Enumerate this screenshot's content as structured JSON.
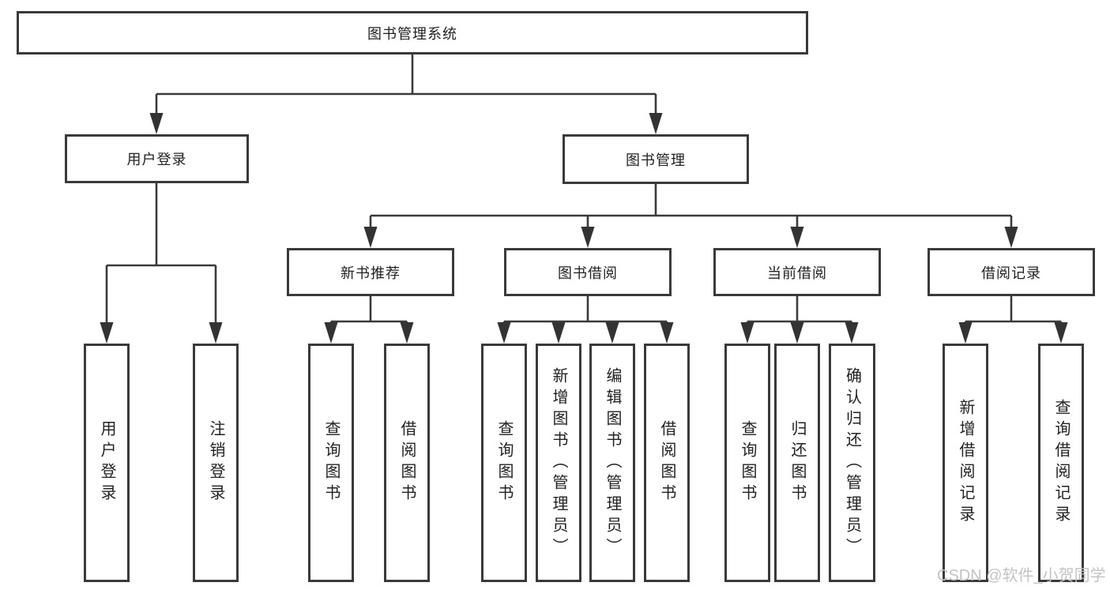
{
  "tree": {
    "root": {
      "label": "图书管理系统"
    },
    "children": [
      {
        "label": "用户登录",
        "children": [
          {
            "label": "用户登录"
          },
          {
            "label": "注销登录"
          }
        ]
      },
      {
        "label": "图书管理",
        "children": [
          {
            "label": "新书推荐",
            "children": [
              {
                "label": "查询图书"
              },
              {
                "label": "借阅图书"
              }
            ]
          },
          {
            "label": "图书借阅",
            "children": [
              {
                "label": "查询图书"
              },
              {
                "label": "新增图书（管理员）"
              },
              {
                "label": "编辑图书（管理员）"
              },
              {
                "label": "借阅图书"
              }
            ]
          },
          {
            "label": "当前借阅",
            "children": [
              {
                "label": "查询图书"
              },
              {
                "label": "归还图书"
              },
              {
                "label": "确认归还（管理员）"
              }
            ]
          },
          {
            "label": "借阅记录",
            "children": [
              {
                "label": "新增借阅记录"
              },
              {
                "label": "查询借阅记录"
              }
            ]
          }
        ]
      }
    ]
  },
  "watermark": {
    "text": "CSDN @软件_小贺同学"
  },
  "colors": {
    "line": "#3a3a3a",
    "box_border": "#3a3a3a",
    "text": "#222222",
    "background": "#ffffff",
    "watermark": "#c3c3c3"
  }
}
